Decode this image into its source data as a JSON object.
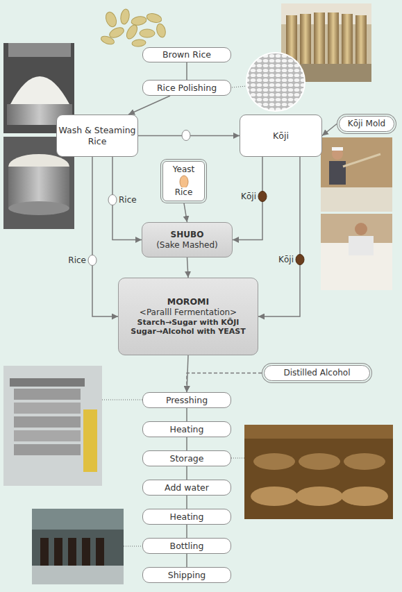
{
  "diagram": {
    "nodes": [
      {
        "text": [
          "Brown Rice"
        ]
      },
      {
        "text": [
          "Rice Polishing"
        ]
      },
      {
        "text": [
          "Wash & Steaming Rice"
        ]
      },
      {
        "text": [
          "Kōji"
        ]
      },
      {
        "text": [
          "Kōji Mold"
        ]
      },
      {
        "text": [
          "Yeast",
          "Rice"
        ]
      },
      {
        "text": [
          "SHUBO",
          "(Sake Mashed)"
        ]
      },
      {
        "text": [
          "MOROMI",
          "<Paralll Fermentation>",
          "Starch→Sugar with KŌJI",
          "Sugar→Alcohol with YEAST"
        ]
      },
      {
        "text": [
          "Distilled Alcohol"
        ]
      },
      {
        "text": [
          "Presshing"
        ]
      },
      {
        "text": [
          "Heating"
        ]
      },
      {
        "text": [
          "Storage"
        ]
      },
      {
        "text": [
          "Add water"
        ]
      },
      {
        "text": [
          "Heating"
        ]
      },
      {
        "text": [
          "Bottling"
        ]
      },
      {
        "text": [
          "Shipping"
        ]
      }
    ],
    "edges": [
      {
        "from": 0,
        "to": 1,
        "arrow": "none"
      },
      {
        "from": 1,
        "to": 2,
        "arrow": "to"
      },
      {
        "from": 2,
        "to": 3,
        "arrow": "to"
      },
      {
        "from": 4,
        "to": 3,
        "arrow": "to"
      },
      {
        "from": 2,
        "to": 6,
        "label": "Rice",
        "arrow": "to"
      },
      {
        "from": 5,
        "to": 6,
        "arrow": "to"
      },
      {
        "from": 3,
        "to": 6,
        "label": "Kōji",
        "arrow": "to"
      },
      {
        "from": 6,
        "to": 7,
        "arrow": "to"
      },
      {
        "from": 2,
        "to": 7,
        "label": "Rice",
        "arrow": "to"
      },
      {
        "from": 3,
        "to": 7,
        "label": "Kōji",
        "arrow": "to"
      },
      {
        "from": 8,
        "to": 9,
        "arrow": "to"
      },
      {
        "from": 7,
        "to": 9,
        "arrow": "to"
      },
      {
        "from": 9,
        "to": 10,
        "arrow": "none"
      },
      {
        "from": 10,
        "to": 11,
        "arrow": "none"
      },
      {
        "from": 11,
        "to": 12,
        "arrow": "none"
      },
      {
        "from": 12,
        "to": 13,
        "arrow": "none"
      },
      {
        "from": 13,
        "to": 14,
        "arrow": "none"
      },
      {
        "from": 14,
        "to": 15,
        "arrow": "none"
      }
    ]
  }
}
